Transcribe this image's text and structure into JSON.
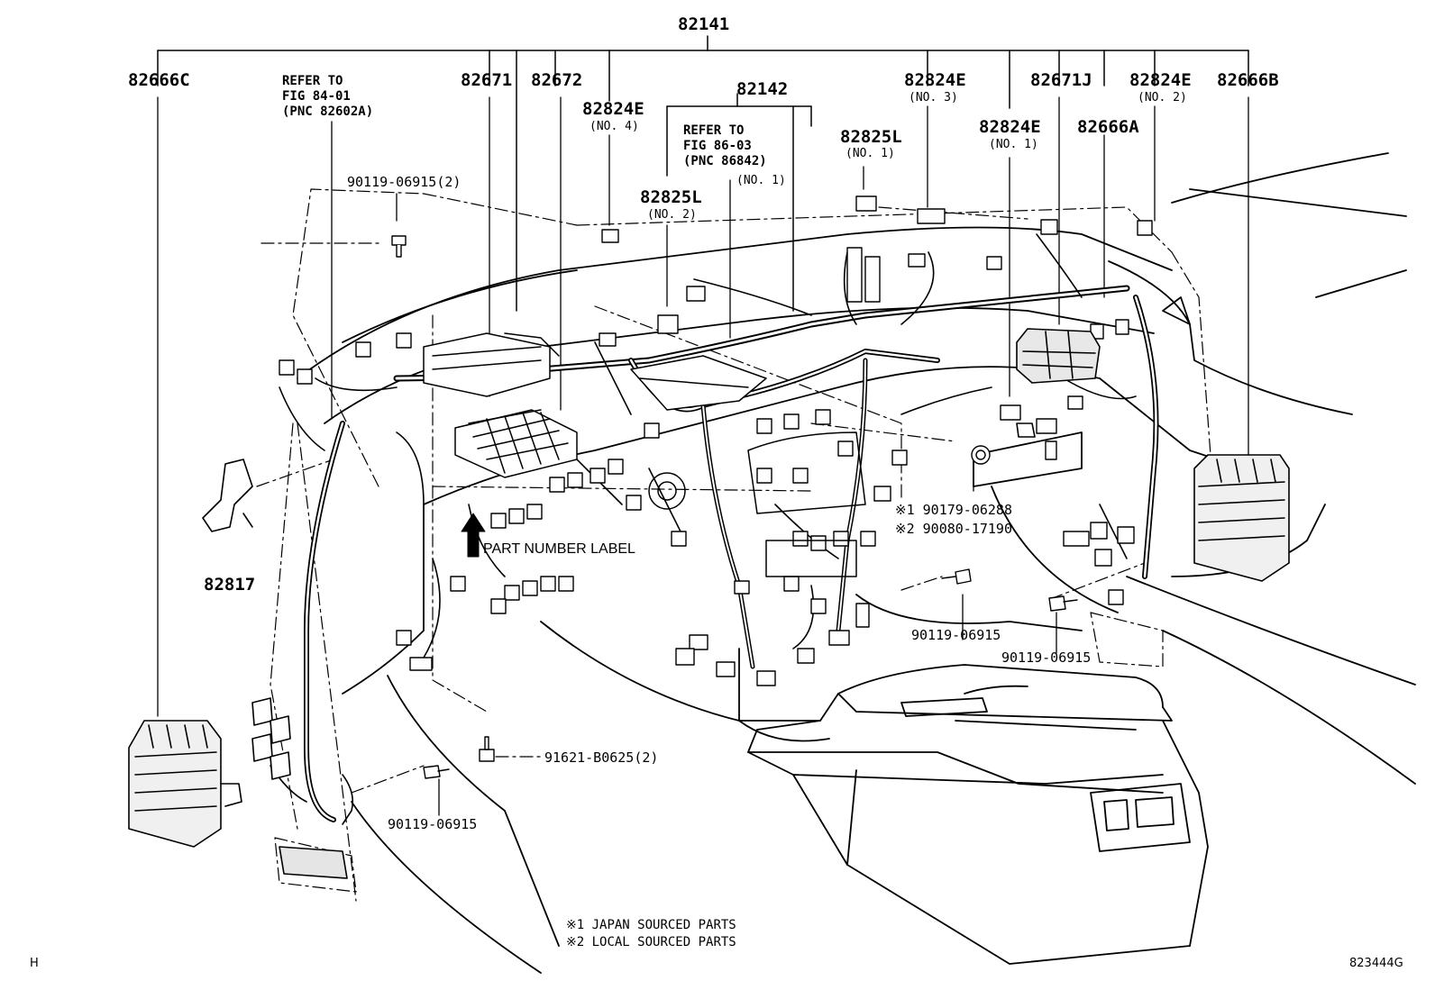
{
  "labels": {
    "top_main": "82141",
    "sub_assembly": "82142",
    "left_junction_block": "82666C",
    "right_junction_block": "82666B",
    "harness_82671": "82671",
    "harness_82672": "82672",
    "harness_82671J": "82671J",
    "block_82666A": "82666A",
    "bracket_82817": "82817",
    "clamp_no4": "82824E",
    "clamp_no3": "82824E",
    "clamp_no1": "82824E",
    "clamp_no2": "82824E",
    "protector_no2": "82825L",
    "protector_no1": "82825L"
  },
  "notes": {
    "no4": "(NO. 4)",
    "no3": "(NO. 3)",
    "no1_clamp": "(NO. 1)",
    "no2_clamp": "(NO. 2)",
    "no2_protector": "(NO. 2)",
    "no1_protector": "(NO. 1)",
    "no1_refer": "(NO. 1)"
  },
  "refer_left": {
    "line1": "REFER TO",
    "line2": "FIG 84-01",
    "line3": "(PNC 82602A)"
  },
  "refer_center": {
    "line1": "REFER TO",
    "line2": "FIG 86-03",
    "line3": "(PNC 86842)"
  },
  "parts": {
    "bolt_top": "90119-06915(2)",
    "nut_japan": "※1 90179-06288",
    "nut_local": "※2 90080-17190",
    "bolt_center_right": "90119-06915",
    "bolt_right": "90119-06915",
    "bolt_center": "91621-B0625(2)",
    "bolt_left": "90119-06915"
  },
  "part_number_label": "PART NUMBER LABEL",
  "footnotes": {
    "japan": "※1 JAPAN SOURCED PARTS",
    "local": "※2 LOCAL SOURCED PARTS"
  },
  "corner_left": "H",
  "figure_code": "823444G"
}
